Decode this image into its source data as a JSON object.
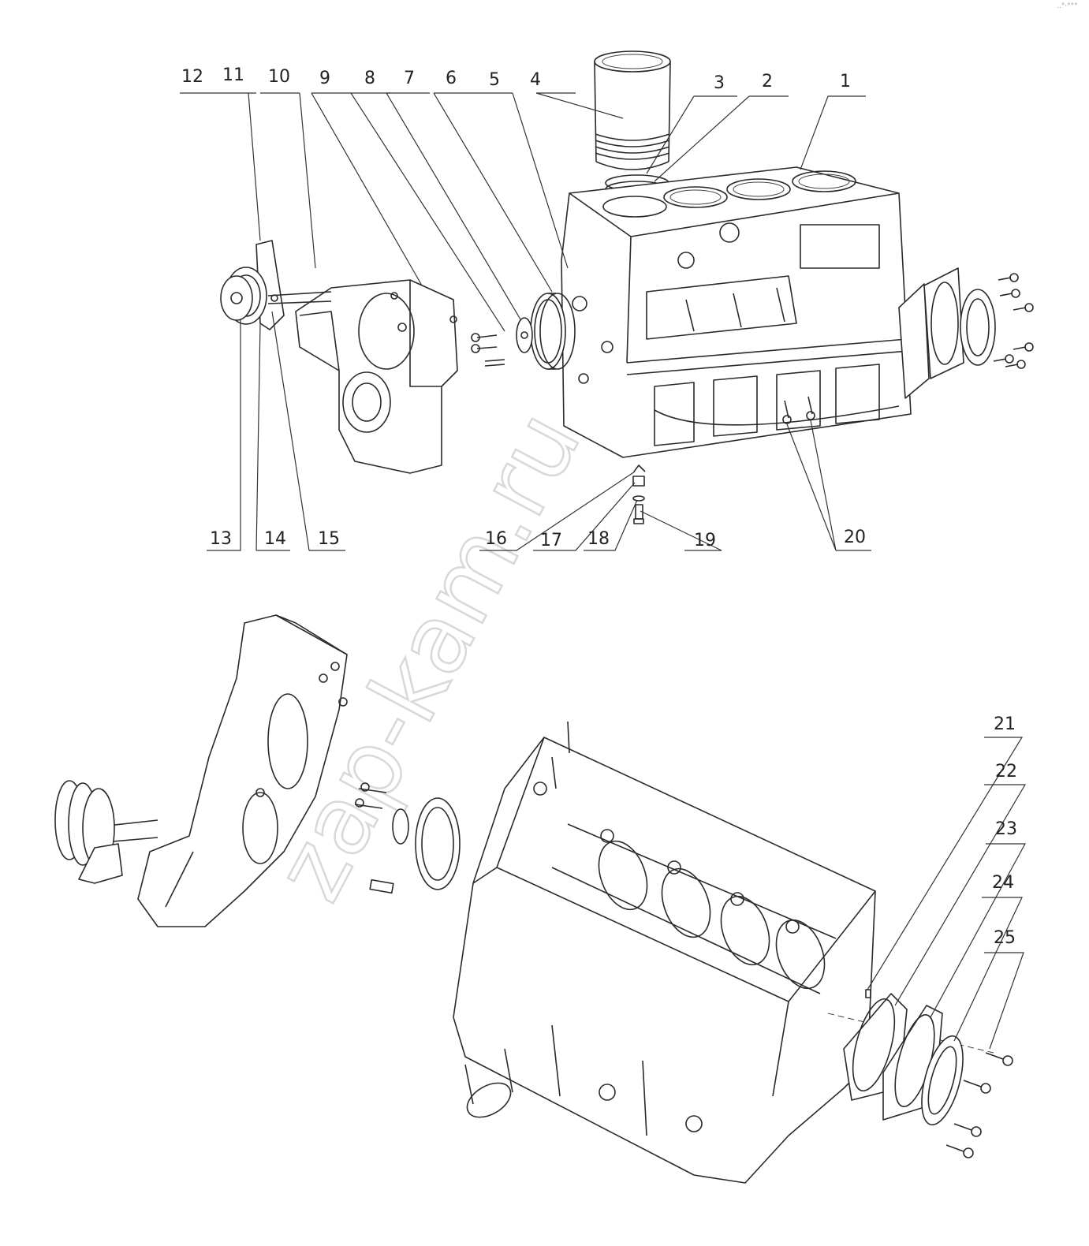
{
  "watermark": "zap-kam.ru",
  "corner_mark": "..°·°°°",
  "callouts": [
    {
      "id": "c1",
      "label": "1"
    },
    {
      "id": "c2",
      "label": "2"
    },
    {
      "id": "c3",
      "label": "3"
    },
    {
      "id": "c4",
      "label": "4"
    },
    {
      "id": "c5",
      "label": "5"
    },
    {
      "id": "c6",
      "label": "6"
    },
    {
      "id": "c7",
      "label": "7"
    },
    {
      "id": "c8",
      "label": "8"
    },
    {
      "id": "c9",
      "label": "9"
    },
    {
      "id": "c10",
      "label": "10"
    },
    {
      "id": "c11",
      "label": "11"
    },
    {
      "id": "c12",
      "label": "12"
    },
    {
      "id": "c13",
      "label": "13"
    },
    {
      "id": "c14",
      "label": "14"
    },
    {
      "id": "c15",
      "label": "15"
    },
    {
      "id": "c16",
      "label": "16"
    },
    {
      "id": "c17",
      "label": "17"
    },
    {
      "id": "c18",
      "label": "18"
    },
    {
      "id": "c19",
      "label": "19"
    },
    {
      "id": "c20",
      "label": "20"
    },
    {
      "id": "c21",
      "label": "21"
    },
    {
      "id": "c22",
      "label": "22"
    },
    {
      "id": "c23",
      "label": "23"
    },
    {
      "id": "c24",
      "label": "24"
    },
    {
      "id": "c25",
      "label": "25"
    }
  ]
}
